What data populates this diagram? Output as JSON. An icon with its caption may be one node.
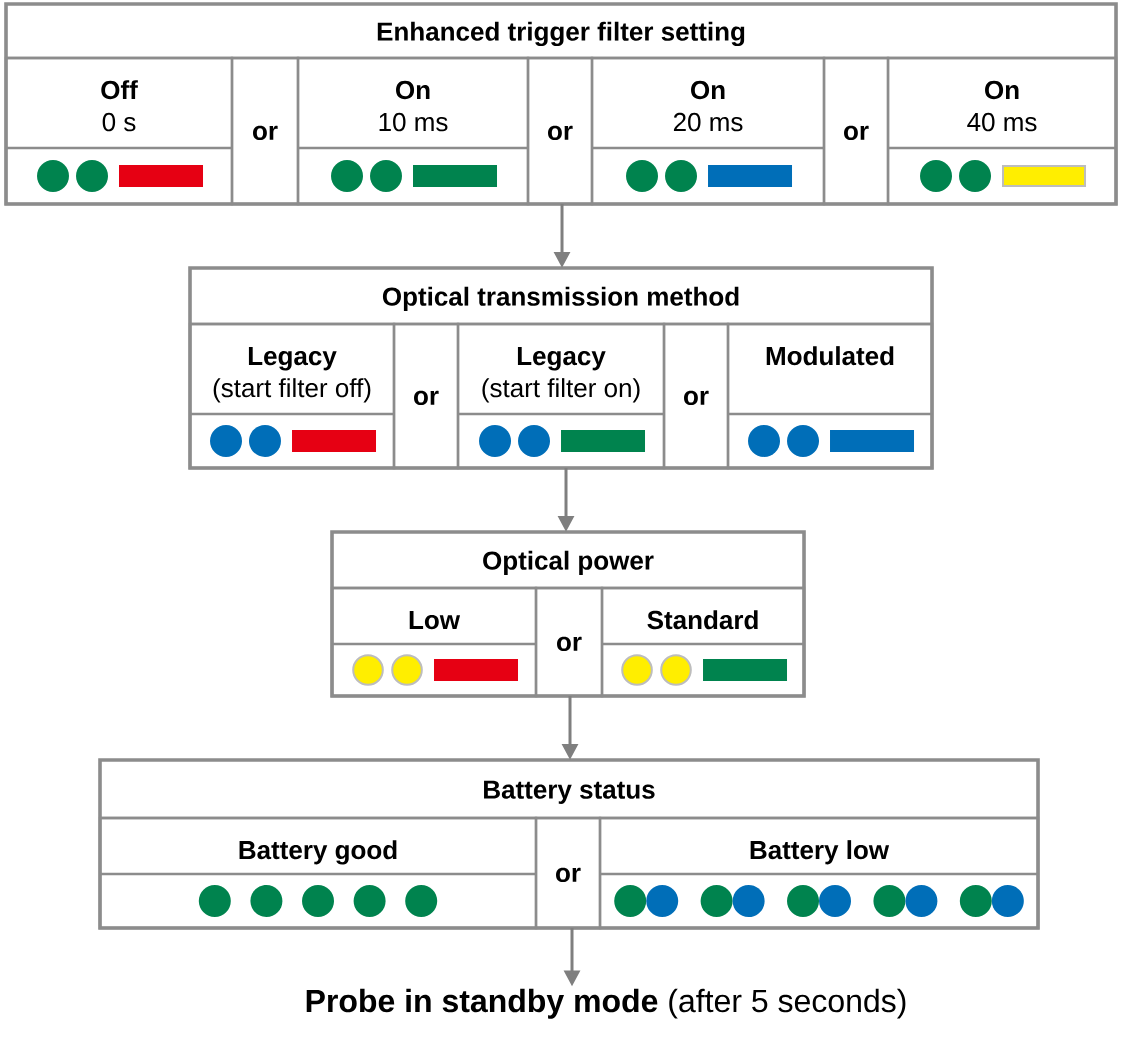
{
  "diagram": {
    "nodes": [
      {
        "text": [
          "Enhanced trigger filter setting"
        ]
      },
      {
        "text": [
          "Off",
          "0 s"
        ],
        "in": 0
      },
      {
        "text": [
          "or"
        ],
        "in": 0
      },
      {
        "text": [
          "On",
          "10 ms"
        ],
        "in": 0
      },
      {
        "text": [
          "or"
        ],
        "in": 0
      },
      {
        "text": [
          "On",
          "20 ms"
        ],
        "in": 0
      },
      {
        "text": [
          "or"
        ],
        "in": 0
      },
      {
        "text": [
          "On",
          "40 ms"
        ],
        "in": 0
      },
      {
        "text": [
          "Optical transmission method"
        ]
      },
      {
        "text": [
          "Legacy",
          "(start filter off)"
        ],
        "in": 8
      },
      {
        "text": [
          "or"
        ],
        "in": 8
      },
      {
        "text": [
          "Legacy",
          "(start filter on)"
        ],
        "in": 8
      },
      {
        "text": [
          "or"
        ],
        "in": 8
      },
      {
        "text": [
          "Modulated"
        ],
        "in": 8
      },
      {
        "text": [
          "Optical power"
        ]
      },
      {
        "text": [
          "Low"
        ],
        "in": 14
      },
      {
        "text": [
          "or"
        ],
        "in": 14
      },
      {
        "text": [
          "Standard"
        ],
        "in": 14
      },
      {
        "text": [
          "Battery status"
        ]
      },
      {
        "text": [
          "Battery good"
        ],
        "in": 18
      },
      {
        "text": [
          "or"
        ],
        "in": 18
      },
      {
        "text": [
          "Battery low"
        ],
        "in": 18
      },
      {
        "text": [
          "**Probe in standby mode** (after 5 seconds)"
        ]
      }
    ],
    "edges": [
      {
        "from": 0,
        "to": 8,
        "arrow": "to"
      },
      {
        "from": 8,
        "to": 14,
        "arrow": "to"
      },
      {
        "from": 14,
        "to": 18,
        "arrow": "to"
      },
      {
        "from": 18,
        "to": 22,
        "arrow": "to"
      }
    ]
  }
}
